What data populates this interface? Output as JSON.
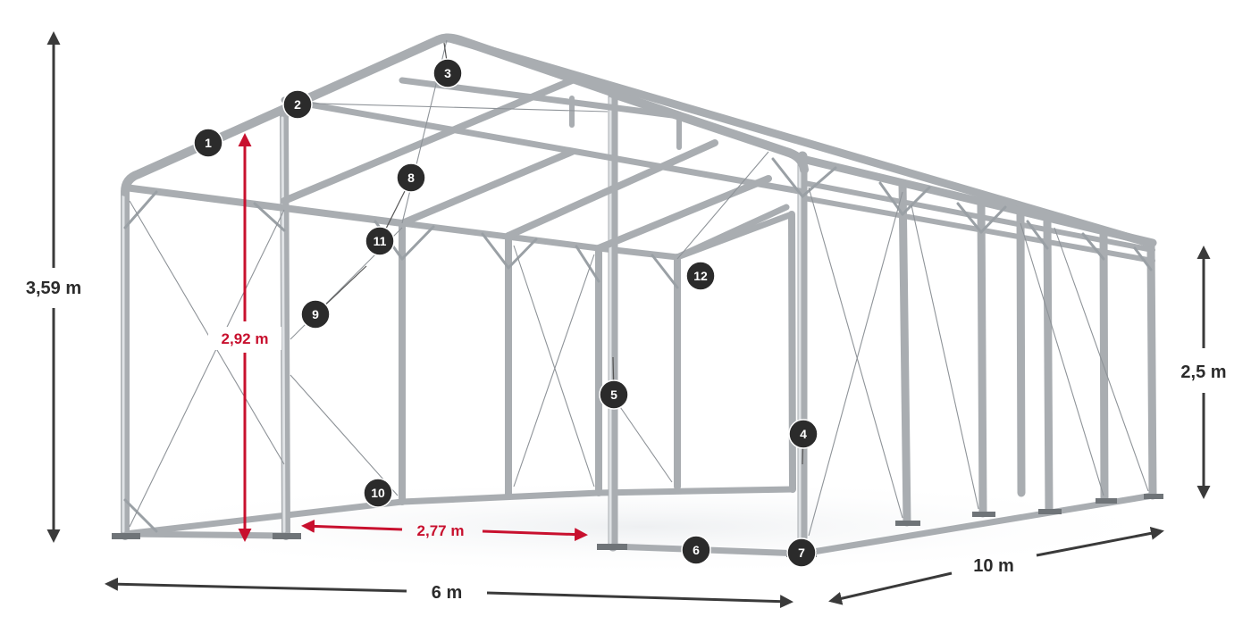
{
  "dimensions": {
    "total_height": "3,59 m",
    "side_height": "2,5 m",
    "entrance_height": "2,92 m",
    "entrance_width": "2,77 m",
    "width": "6 m",
    "length": "10 m"
  },
  "callouts": [
    "1",
    "2",
    "3",
    "4",
    "5",
    "6",
    "7",
    "8",
    "9",
    "10",
    "11",
    "12"
  ],
  "colors": {
    "dimension_dark": "#3a3a3a",
    "dimension_red": "#c8102e",
    "frame_steel": "#a9adb1",
    "badge": "#2b2b2b"
  }
}
